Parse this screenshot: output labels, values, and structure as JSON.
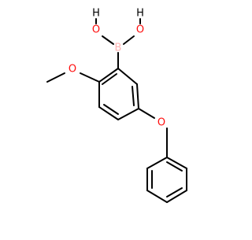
{
  "molecule": {
    "atoms": {
      "boron": "B",
      "hydroxyl_left_o": "O",
      "hydroxyl_left_h": "H",
      "hydroxyl_right_o": "O",
      "hydroxyl_right_h": "H",
      "methoxy_o": "O",
      "ether_o": "O"
    }
  },
  "colors": {
    "bond": "#000000",
    "boron": "#FFB5B5",
    "oxygen": "#FF0D0D",
    "hydrogen": "#000000"
  }
}
